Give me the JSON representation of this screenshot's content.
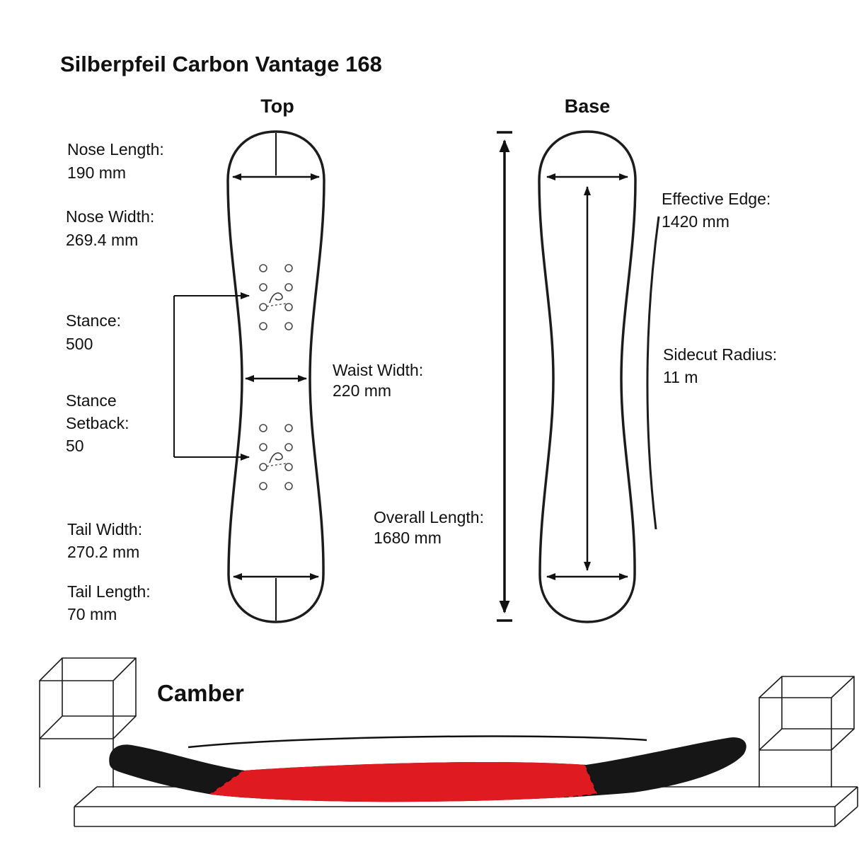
{
  "title": "Silberpfeil Carbon Vantage  168",
  "top_view": {
    "label": "Top",
    "nose_length": {
      "label": "Nose Length:",
      "value": "190 mm"
    },
    "nose_width": {
      "label": "Nose Width:",
      "value": "269.4 mm"
    },
    "stance": {
      "label": "Stance:",
      "value": "500"
    },
    "stance_setback": {
      "label1": "Stance",
      "label2": "Setback:",
      "value": "50"
    },
    "waist_width": {
      "label": "Waist Width:",
      "value": "220 mm"
    },
    "tail_width": {
      "label": "Tail Width:",
      "value": "270.2 mm"
    },
    "tail_length": {
      "label": "Tail Length:",
      "value": "70 mm"
    }
  },
  "base_view": {
    "label": "Base",
    "effective_edge": {
      "label": "Effective Edge:",
      "value": "1420 mm"
    },
    "sidecut_radius": {
      "label": "Sidecut Radius:",
      "value": "11 m"
    },
    "overall_length": {
      "label": "Overall Length:",
      "value": "1680 mm"
    }
  },
  "profile": {
    "label": "Camber"
  },
  "colors": {
    "outline": "#1c1c1c",
    "red": "#df1a20"
  }
}
